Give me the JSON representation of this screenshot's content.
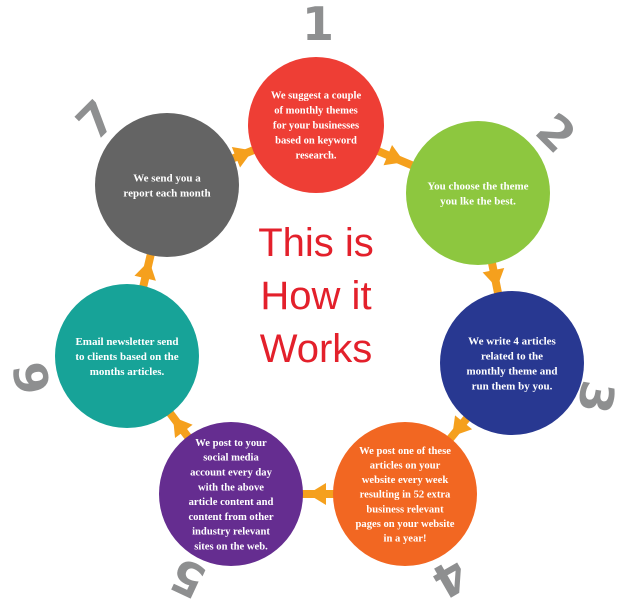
{
  "title": {
    "lines": [
      "This is",
      "How it",
      "Works"
    ],
    "color": "#e3202b"
  },
  "connector_color": "#f5a01d",
  "number_color": "#8e8f90",
  "steps": [
    {
      "number": "1",
      "color": "#ee3e35",
      "lines": [
        "We suggest a couple",
        "of monthly themes",
        "for your businesses",
        "based on keyword",
        "research."
      ]
    },
    {
      "number": "2",
      "color": "#8dc73f",
      "lines": [
        "You choose the theme",
        "you lke the best."
      ]
    },
    {
      "number": "3",
      "color": "#283891",
      "lines": [
        "We write 4 articles",
        "related to the",
        "monthly theme and",
        "run them by you."
      ]
    },
    {
      "number": "4",
      "color": "#f26722",
      "lines": [
        "We post one of these",
        "articles on your",
        "website every week",
        "resulting in 52 extra",
        "business relevant",
        "pages on your website",
        "in a year!"
      ]
    },
    {
      "number": "5",
      "color": "#652d90",
      "lines": [
        "We post to your",
        "social media",
        "account every day",
        "with the above",
        "article content and",
        "content from other",
        "industry relevant",
        "sites on the web."
      ]
    },
    {
      "number": "6",
      "color": "#17a398",
      "lines": [
        "Email newsletter send",
        "to clients based on the",
        "months articles."
      ]
    },
    {
      "number": "7",
      "color": "#646464",
      "lines": [
        "We send you a",
        "report each month"
      ]
    }
  ]
}
